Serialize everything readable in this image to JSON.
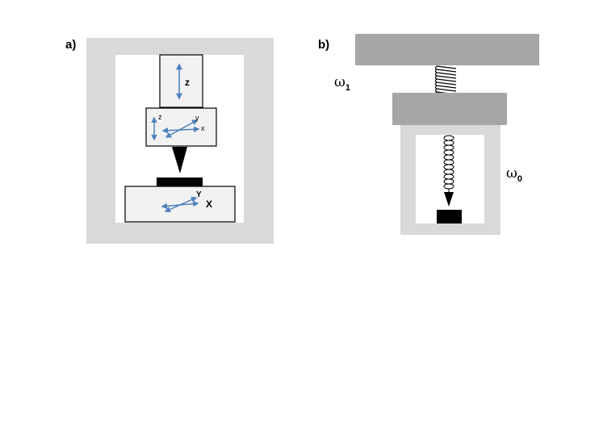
{
  "panel_a": {
    "label": "a)",
    "z_axis": "z",
    "scanner_z": "z",
    "scanner_y": "y",
    "scanner_x": "x",
    "stage_y": "Y",
    "stage_x": "X"
  },
  "panel_b": {
    "label": "b)",
    "omega1_symbol": "ω",
    "omega1_sub": "1",
    "omega0_symbol": "ω",
    "omega0_sub": "0"
  },
  "colors": {
    "frame": "#d9d9d9",
    "block": "#a6a6a6",
    "box_fill": "#f2f2f2",
    "arrow": "#4f81bd",
    "ink": "#000000"
  }
}
